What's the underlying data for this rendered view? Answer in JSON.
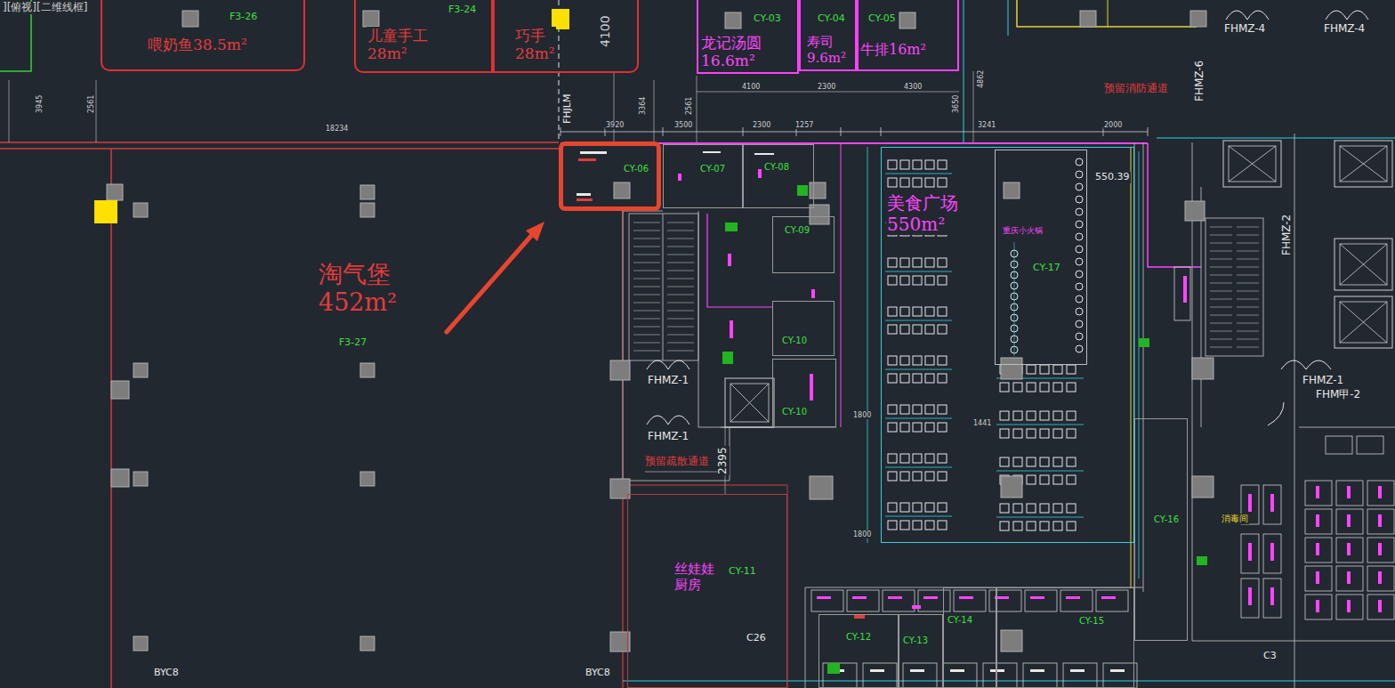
{
  "diagram": {
    "nodes": [
      {
        "text": [
          "F3-26",
          "喂奶鱼38.5m²"
        ]
      },
      {
        "text": [
          "F3-24",
          "儿童手工 28m²"
        ]
      },
      {
        "text": [
          "巧手 28m²"
        ]
      },
      {
        "text": [
          "CY-03",
          "龙记汤圆 16.6m²"
        ]
      },
      {
        "text": [
          "CY-04",
          "寿司 9.6m²"
        ]
      },
      {
        "text": [
          "CY-05",
          "牛排16m²"
        ]
      },
      {
        "text": [
          "淘气堡 452m²",
          "F3-27"
        ]
      },
      {
        "text": [
          "CY-06"
        ]
      },
      {
        "text": [
          "CY-07"
        ]
      },
      {
        "text": [
          "CY-08"
        ]
      },
      {
        "text": [
          "CY-09"
        ]
      },
      {
        "text": [
          "CY-10"
        ]
      },
      {
        "text": [
          "CY-10"
        ]
      },
      {
        "text": [
          "美食广场 550m²"
        ]
      },
      {
        "text": [
          "重庆小火锅",
          "CY-17"
        ],
        "in": 13
      },
      {
        "text": [
          "丝娃娃 厨房",
          "CY-11"
        ]
      },
      {
        "text": [
          "CY-12"
        ]
      },
      {
        "text": [
          "CY-13"
        ]
      },
      {
        "text": [
          "CY-14"
        ]
      },
      {
        "text": [
          "CY-15"
        ]
      },
      {
        "text": [
          "CY-16"
        ]
      }
    ],
    "labels": [
      "][俯视][二维线框]",
      "3945",
      "2561",
      "18234",
      "4100",
      "FHJLM",
      "3920",
      "3364",
      "2561",
      "3500",
      "2300",
      "1257",
      "4100",
      "2300",
      "4300",
      "4862",
      "3650",
      "3241",
      "2000",
      "FHMZ-4",
      "FHMZ-4",
      "FHMZ-6",
      "预留消防通道",
      "FHMZ-1",
      "FHMZ-1",
      "FHMZ-1",
      "FHMZ-2",
      "FHM甲-2",
      "预留疏散通道",
      "2395",
      "550.39",
      "1441",
      "1800",
      "1800",
      "消毒间",
      "C26",
      "C3",
      "BYC8",
      "BYC8"
    ]
  }
}
